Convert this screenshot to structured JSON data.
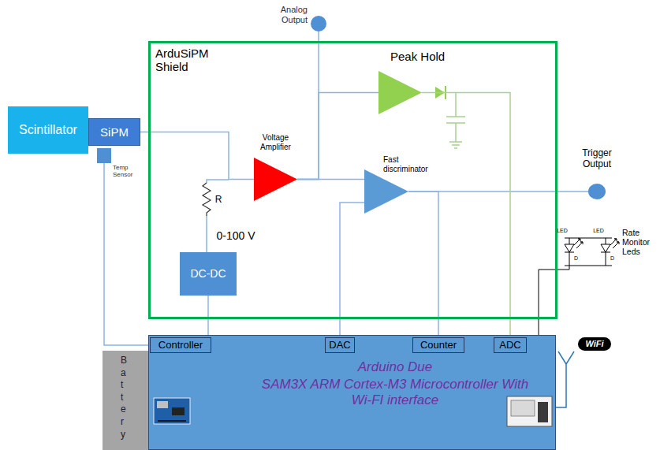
{
  "diagram": {
    "nodes": [
      {
        "text": [
          "Scintillator"
        ]
      },
      {
        "text": [
          "SiPM"
        ]
      },
      {
        "text": [
          "Temp Sensor"
        ]
      },
      {
        "text": [
          "ArduSiPM Shield"
        ]
      },
      {
        "text": [
          "Analog Output"
        ]
      },
      {
        "text": [
          "Peak Hold"
        ],
        "in": 3
      },
      {
        "text": [
          "Voltage Amplifier"
        ],
        "in": 3
      },
      {
        "text": [
          "Fast discriminator"
        ],
        "in": 3
      },
      {
        "text": [
          "DC-DC"
        ],
        "in": 3
      },
      {
        "text": [
          "Trigger Output"
        ]
      },
      {
        "text": [
          "Arduino Due",
          "SAM3X ARM Cortex-M3 Microcontroller With Wi-FI interface"
        ]
      },
      {
        "text": [
          "Controller"
        ],
        "in": 10
      },
      {
        "text": [
          "DAC"
        ],
        "in": 10
      },
      {
        "text": [
          "Counter"
        ],
        "in": 10
      },
      {
        "text": [
          "ADC"
        ],
        "in": 10
      },
      {
        "text": [
          "Battery"
        ]
      }
    ],
    "edges": [
      {
        "from": 1,
        "to": 6,
        "arrow": "none"
      },
      {
        "from": 6,
        "to": 7,
        "arrow": "none"
      },
      {
        "from": 6,
        "to": 4,
        "arrow": "none"
      },
      {
        "from": 6,
        "to": 5,
        "arrow": "none"
      },
      {
        "from": 7,
        "to": 9,
        "arrow": "none"
      },
      {
        "from": 12,
        "to": 7,
        "arrow": "none"
      },
      {
        "from": 7,
        "to": 13,
        "arrow": "none"
      },
      {
        "from": 5,
        "to": 14,
        "arrow": "none"
      },
      {
        "from": 11,
        "to": 8,
        "arrow": "none"
      },
      {
        "from": 2,
        "to": 11,
        "arrow": "none"
      }
    ],
    "labels": [
      "R",
      "0-100 V",
      "LED",
      "LED",
      "D",
      "D",
      "Rate Monitor Leds",
      "WiFi"
    ]
  }
}
